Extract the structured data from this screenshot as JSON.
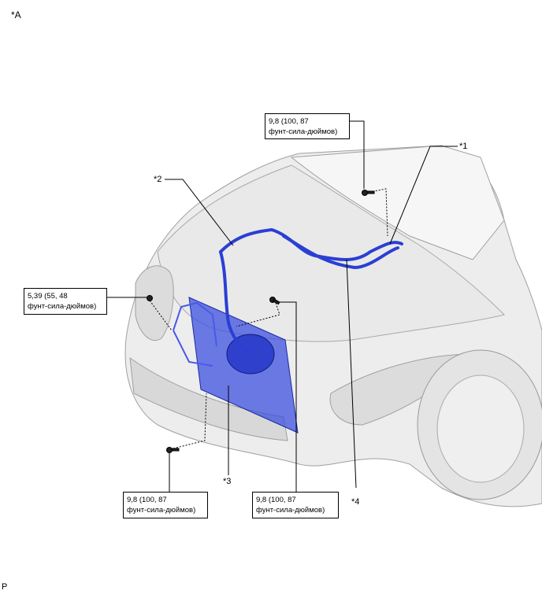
{
  "figure_label": "*A",
  "footer_label": "P",
  "callouts": {
    "c1": "*1",
    "c2": "*2",
    "c3": "*3",
    "c4": "*4"
  },
  "torque_specs": {
    "top": {
      "line1": "9,8 (100, 87",
      "line2": "фунт-сила-дюймов)"
    },
    "left": {
      "line1": "5,39 (55, 48",
      "line2": "фунт-сила-дюймов)"
    },
    "bottom_left": {
      "line1": "9,8 (100, 87",
      "line2": "фунт-сила-дюймов)"
    },
    "bottom_right": {
      "line1": "9,8 (100, 87",
      "line2": "фунт-сила-дюймов)"
    }
  },
  "colors": {
    "part_highlight": "#2a3fd4",
    "car_line": "#9a9a9a",
    "car_fill": "#ececec"
  }
}
